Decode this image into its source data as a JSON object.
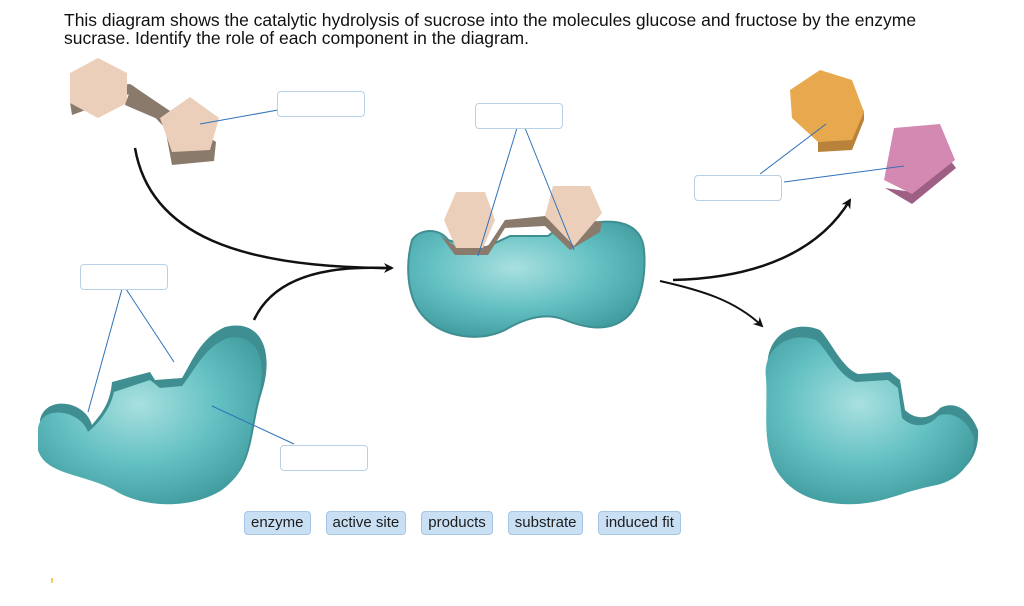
{
  "question": "This diagram shows the catalytic hydrolysis of sucrose into the molecules glucose and fructose by the enzyme sucrase. Identify the role of each component in the diagram.",
  "terms": [
    "enzyme",
    "active site",
    "products",
    "substrate",
    "induced fit"
  ],
  "colors": {
    "enzyme": "#5fbcbe",
    "enzyme_edge": "#3f8f92",
    "substrate": "#ebcfbb",
    "substrate_shadow": "#8a7a6c",
    "glucose": "#e8a94e",
    "fructose": "#d489b2",
    "leader_line": "#2f72b8",
    "arrow": "#111111",
    "drop_border": "#b9d1e6",
    "term_bg": "#c9dff4"
  }
}
